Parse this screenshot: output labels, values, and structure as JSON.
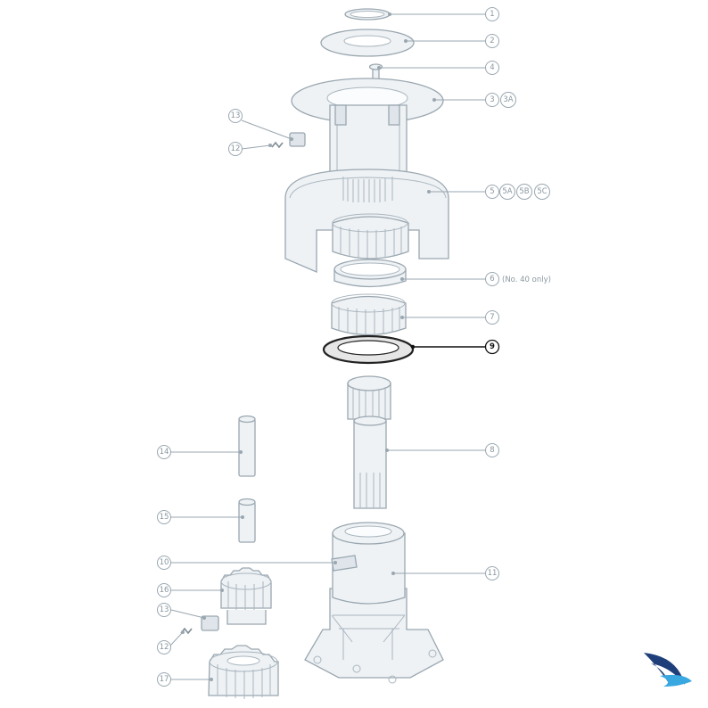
{
  "callouts": {
    "c1": "1",
    "c2": "2",
    "c3": "3",
    "c3a": "3A",
    "c4": "4",
    "c5": "5",
    "c5a": "5A",
    "c5b": "5B",
    "c5c": "5C",
    "c6": "6",
    "c6_note": "(No. 40 only)",
    "c7": "7",
    "c8": "8",
    "c9": "9",
    "c10": "10",
    "c11": "11",
    "c12a": "12",
    "c12b": "12",
    "c13a": "13",
    "c13b": "13",
    "c14": "14",
    "c15": "15",
    "c16": "16",
    "c17": "17"
  },
  "highlighted_part": "9",
  "colors": {
    "line": "#9aa7b0",
    "part_fill": "#eef2f5",
    "highlight": "#111111",
    "logo_dark": "#1f3f7a",
    "logo_light": "#3aa8e0"
  },
  "icons": [
    "brand-logo-icon"
  ]
}
